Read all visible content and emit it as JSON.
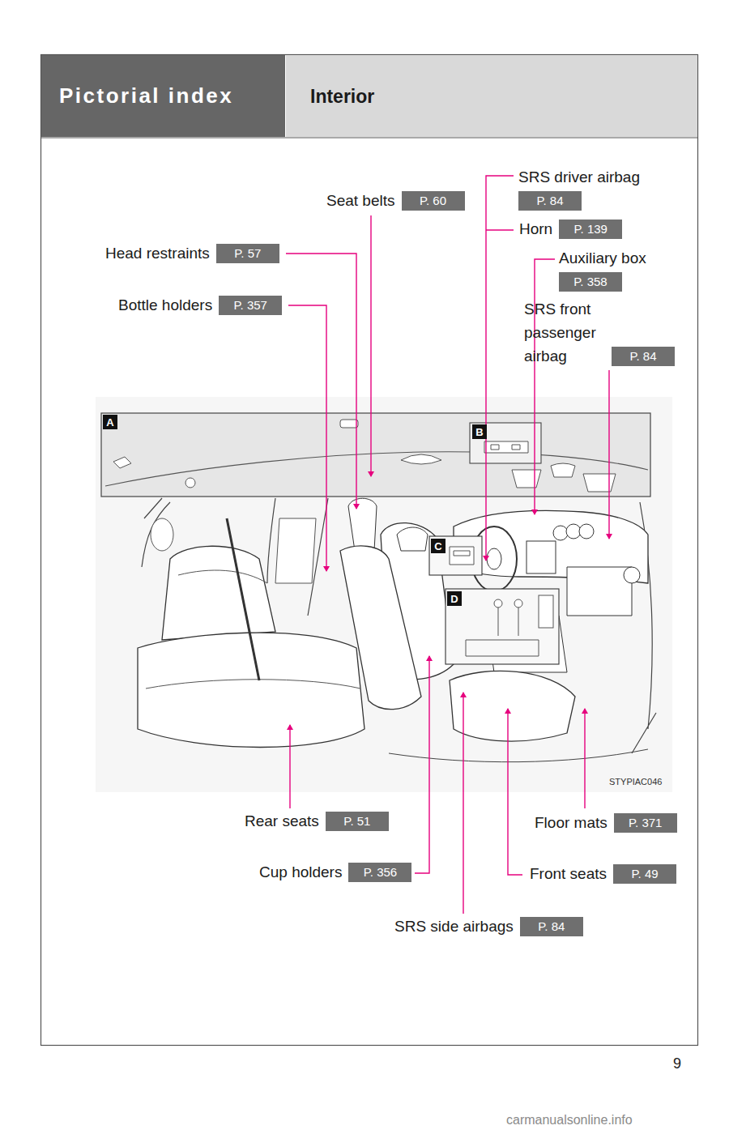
{
  "diagram": {
    "nodes": [
      {
        "text": [
          "Pictorial index"
        ]
      },
      {
        "text": [
          "Interior"
        ]
      },
      {
        "text": [
          "SRS driver airbag",
          "P. 84"
        ]
      },
      {
        "text": [
          "Seat belts",
          "P. 60"
        ]
      },
      {
        "text": [
          "Horn",
          "P. 139"
        ]
      },
      {
        "text": [
          "Head restraints",
          "P. 57"
        ]
      },
      {
        "text": [
          "Auxiliary box",
          "P. 358"
        ]
      },
      {
        "text": [
          "Bottle holders",
          "P. 357"
        ]
      },
      {
        "text": [
          "SRS front passenger airbag",
          "P. 84"
        ]
      },
      {
        "text": [
          "A"
        ]
      },
      {
        "text": [
          "B"
        ]
      },
      {
        "text": [
          "C"
        ]
      },
      {
        "text": [
          "D"
        ]
      },
      {
        "text": [
          "Rear seats",
          "P. 51"
        ]
      },
      {
        "text": [
          "Floor mats",
          "P. 371"
        ]
      },
      {
        "text": [
          "Cup holders",
          "P. 356"
        ]
      },
      {
        "text": [
          "Front seats",
          "P. 49"
        ]
      },
      {
        "text": [
          "SRS side airbags",
          "P. 84"
        ]
      }
    ],
    "labels": [
      "STYPIAC046",
      "9",
      "carmanualsonline.info"
    ]
  }
}
